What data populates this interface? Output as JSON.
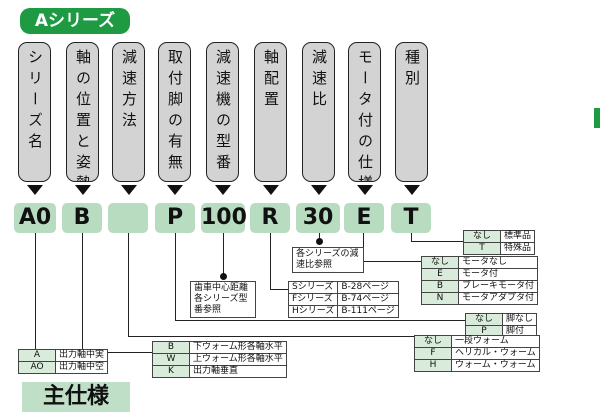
{
  "series_tag": "Aシリーズ",
  "headers": [
    {
      "label": "シリーズ名"
    },
    {
      "label": "軸の位置と姿勢"
    },
    {
      "label": "減速方法"
    },
    {
      "label": "取付脚の有無"
    },
    {
      "label": "減速機の型番"
    },
    {
      "label": "軸配置"
    },
    {
      "label": "減速比"
    },
    {
      "label": "モータ付の仕様"
    },
    {
      "label": "種別"
    }
  ],
  "codes": [
    "A0",
    "B",
    "",
    "P",
    "100",
    "R",
    "30",
    "E",
    "T"
  ],
  "kind_table": [
    {
      "k": "なし",
      "v": "標準品"
    },
    {
      "k": "T",
      "v": "特殊品"
    }
  ],
  "motor_table": [
    {
      "k": "なし",
      "v": "モータなし"
    },
    {
      "k": "E",
      "v": "モータ付"
    },
    {
      "k": "B",
      "v": "ブレーキモータ付"
    },
    {
      "k": "N",
      "v": "モータアダプタ付"
    }
  ],
  "ratio_note": "各シリーズの減速比参照",
  "axis_table": [
    {
      "k": "Sシリーズ",
      "v": "B-28ページ"
    },
    {
      "k": "Fシリーズ",
      "v": "B-74ページ"
    },
    {
      "k": "Hシリーズ",
      "v": "B-111ページ"
    }
  ],
  "model_note": "歯車中心距離各シリーズ型番参照",
  "foot_table": [
    {
      "k": "なし",
      "v": "脚なし"
    },
    {
      "k": "P",
      "v": "脚付"
    }
  ],
  "method_table": [
    {
      "k": "なし",
      "v": "一段ウォーム"
    },
    {
      "k": "F",
      "v": "ヘリカル・ウォーム"
    },
    {
      "k": "H",
      "v": "ウォーム・ウォーム"
    }
  ],
  "position_table": [
    {
      "k": "B",
      "v": "下ウォーム形各軸水平"
    },
    {
      "k": "W",
      "v": "上ウォーム形各軸水平"
    },
    {
      "k": "K",
      "v": "出力軸垂直"
    }
  ],
  "series_table": [
    {
      "k": "A",
      "v": "出力軸中実"
    },
    {
      "k": "AO",
      "v": "出力軸中空"
    }
  ],
  "main_spec": "主仕様"
}
